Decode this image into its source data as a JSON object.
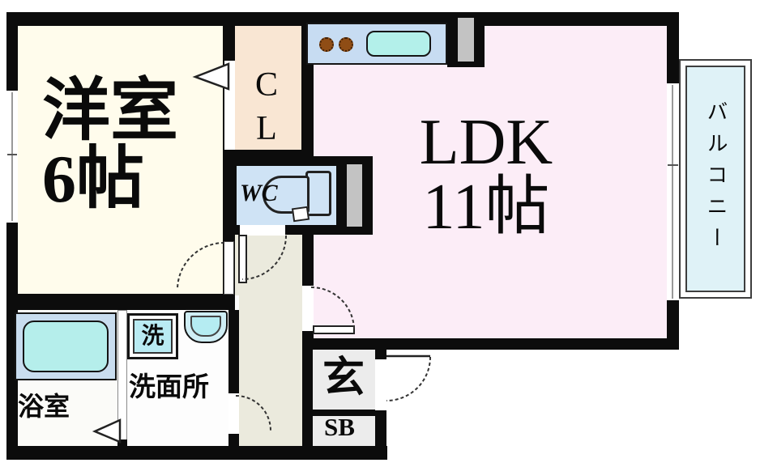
{
  "floorplan": {
    "rooms": {
      "western": {
        "name": "洋室",
        "size": "6帖"
      },
      "ldk": {
        "name": "LDK",
        "size": "11帖"
      },
      "closet": {
        "label": "CL"
      },
      "wc": {
        "label": "WC"
      },
      "balcony": {
        "label": "バルコニー"
      },
      "bathroom": {
        "label": "浴室"
      },
      "washroom": {
        "label": "洗面所"
      },
      "washer": {
        "label": "洗"
      },
      "entrance": {
        "label": "玄"
      },
      "shoebox": {
        "label": "SB"
      }
    },
    "colors": {
      "wall": "#0c0c0c",
      "western_room": "#fffcec",
      "closet": "#f9e6d3",
      "ldk": "#fcedf7",
      "hallway": "#ebeadd",
      "wc": "#cfe3f5",
      "entrance": "#ececec",
      "balcony": "#dff2f7",
      "kitchen_counter": "#c7dcf2",
      "fixture_cyan": "#b5eeeb",
      "burner_brown": "#8f4d15",
      "pillar_gray": "#c3c3c3"
    }
  }
}
